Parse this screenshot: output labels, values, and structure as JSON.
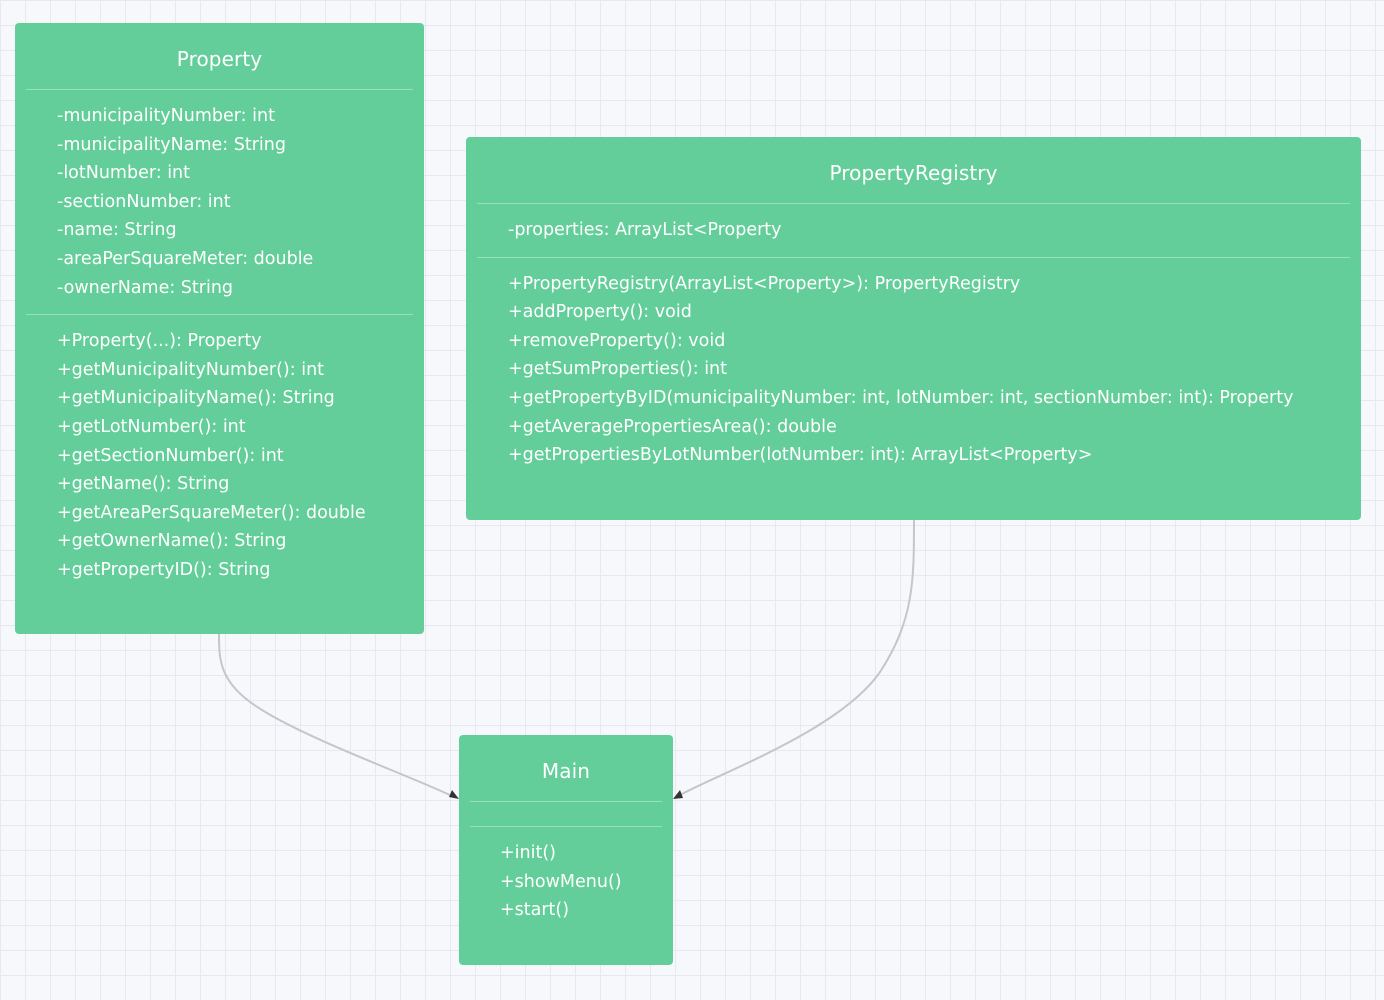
{
  "classes": {
    "property": {
      "name": "Property",
      "attributes": [
        "-municipalityNumber: int",
        "-municipalityName: String",
        "-lotNumber: int",
        "-sectionNumber: int",
        "-name: String",
        "-areaPerSquareMeter: double",
        "-ownerName: String"
      ],
      "methods": [
        "+Property(...): Property",
        "+getMunicipalityNumber(): int",
        "+getMunicipalityName(): String",
        "+getLotNumber(): int",
        "+getSectionNumber(): int",
        "+getName(): String",
        "+getAreaPerSquareMeter(): double",
        "+getOwnerName(): String",
        "+getPropertyID(): String"
      ]
    },
    "registry": {
      "name": "PropertyRegistry",
      "attributes": [
        "-properties: ArrayList<Property"
      ],
      "methods": [
        "+PropertyRegistry(ArrayList<Property>): PropertyRegistry",
        "+addProperty(): void",
        "+removeProperty(): void",
        "+getSumProperties(): int",
        "+getPropertyByID(municipalityNumber: int, lotNumber: int, sectionNumber: int): Property",
        "+getAveragePropertiesArea(): double",
        "+getPropertiesByLotNumber(lotNumber: int): ArrayList<Property>"
      ]
    },
    "main": {
      "name": "Main",
      "attributes": [],
      "methods": [
        "+init()",
        "+showMenu()",
        "+start()"
      ]
    }
  },
  "connectors": [
    {
      "from": "Property",
      "to": "Main"
    },
    {
      "from": "PropertyRegistry",
      "to": "Main"
    }
  ],
  "colors": {
    "class_fill": "#64ce9b",
    "class_text": "#ffffff",
    "connector": "#c4c6cc",
    "arrowhead": "#333333",
    "canvas": "#f7f8fc",
    "grid": "#e6e8f2"
  }
}
